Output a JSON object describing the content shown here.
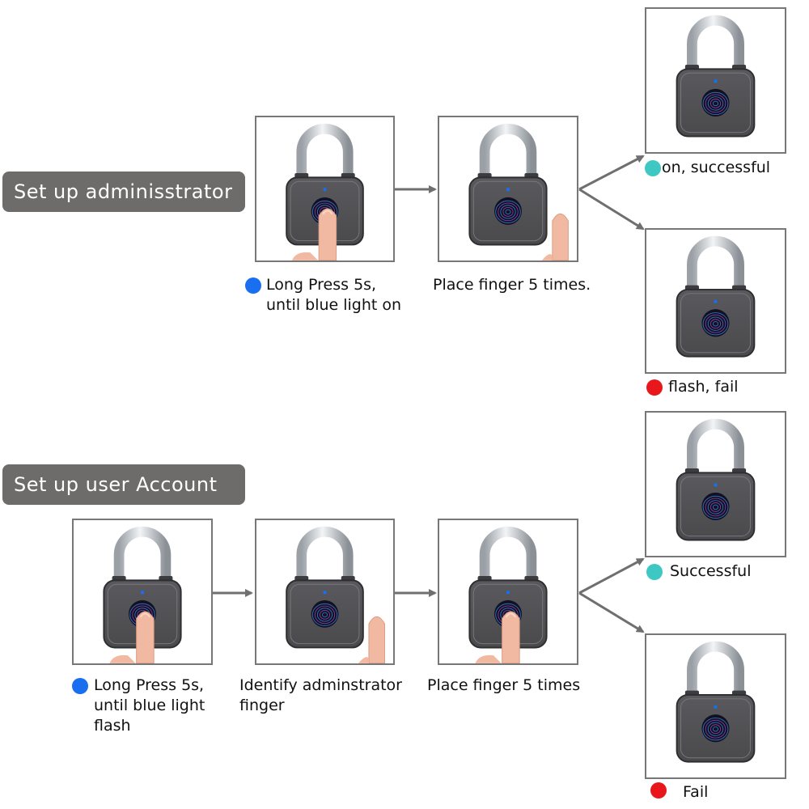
{
  "colors": {
    "pill_bg": "#6e6b6b",
    "blue_light": "#1a6ef0",
    "cyan_light": "#3ec8c4",
    "red_light": "#e8171b",
    "arrow": "#6f6f6f",
    "lock_body": "#4a4a4d"
  },
  "admin": {
    "label": "Set up adminisstrator",
    "step1": {
      "line1": "Long Press 5s,",
      "line2": "until blue light on",
      "light": "blue"
    },
    "step2": {
      "line1": "Place finger 5 times."
    },
    "success": {
      "text": "on, successful",
      "light": "cyan"
    },
    "fail": {
      "text": "flash, fail",
      "light": "red"
    }
  },
  "user": {
    "label": "Set up user Account",
    "step1": {
      "line1": "Long Press 5s,",
      "line2": "until blue light",
      "line3": "flash",
      "light": "blue"
    },
    "step2": {
      "line1": "Identify adminstrator",
      "line2": "finger"
    },
    "step3": {
      "line1": "Place finger 5 times"
    },
    "success": {
      "text": "Successful",
      "light": "cyan"
    },
    "fail": {
      "text": "Fail",
      "light": "red"
    }
  },
  "icons": {
    "lock": "padlock-fingerprint-icon",
    "finger": "finger-icon",
    "arrow": "arrow-right-icon"
  }
}
